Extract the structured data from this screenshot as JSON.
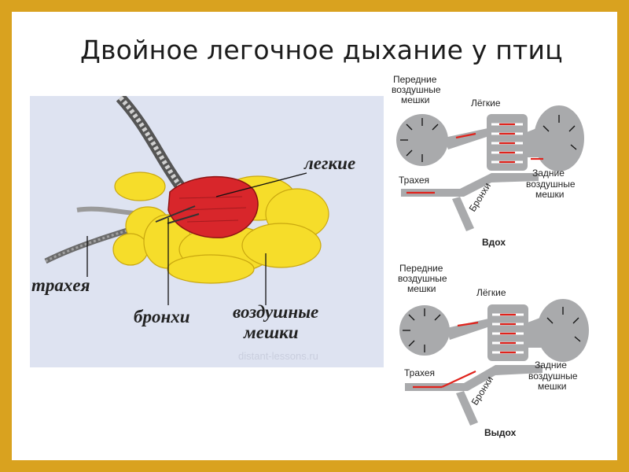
{
  "slide": {
    "title": "Двойное легочное дыхание у птиц",
    "colors": {
      "frame": "#d9a21f",
      "background": "#ffffff"
    }
  },
  "left_figure": {
    "labels": {
      "lungs": "легкие",
      "trachea": "трахея",
      "bronchi": "бронхи",
      "air_sacs_line1": "воздушные",
      "air_sacs_line2": "мешки"
    },
    "watermark": "distant-lessons.ru",
    "colors": {
      "panel": "#dee3f1",
      "lungs": "#d8262b",
      "air_sacs": "#f6dd2a"
    }
  },
  "inhale_diagram": {
    "front_sacs": [
      "Передние",
      "воздушные",
      "мешки"
    ],
    "lungs": "Лёгкие",
    "trachea": "Трахея",
    "bronchi": "Бронхи",
    "rear_sacs": [
      "Задние",
      "воздушные",
      "мешки"
    ],
    "caption": "Вдох"
  },
  "exhale_diagram": {
    "front_sacs": [
      "Передние",
      "воздушные",
      "мешки"
    ],
    "lungs": "Лёгкие",
    "trachea": "Трахея",
    "bronchi": "Бронхи",
    "rear_sacs": [
      "Задние",
      "воздушные",
      "мешки"
    ],
    "caption": "Выдох"
  },
  "colors": {
    "diagram_gray": "#a9aaac",
    "arrow_red": "#e0231c"
  }
}
